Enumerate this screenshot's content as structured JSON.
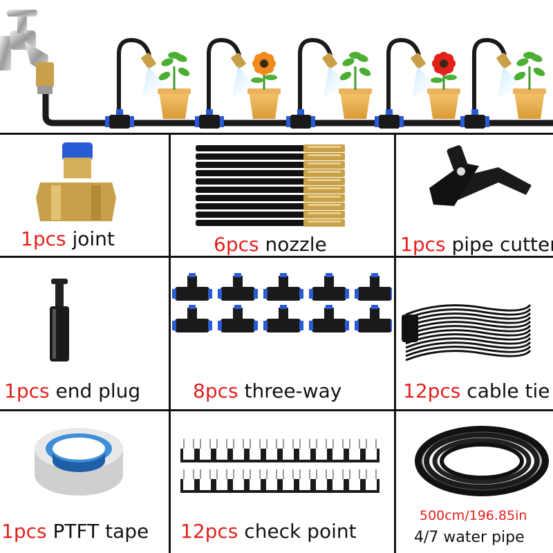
{
  "items": [
    {
      "qty": "1pcs",
      "name": "joint"
    },
    {
      "qty": "6pcs",
      "name": "nozzle"
    },
    {
      "qty": "1pcs",
      "name": "pipe cutter"
    },
    {
      "qty": "1pcs",
      "name": "end plug"
    },
    {
      "qty": "8pcs",
      "name": "three-way"
    },
    {
      "qty": "12pcs",
      "name": "cable tie"
    },
    {
      "qty": "1pcs",
      "name": "PTFT tape"
    },
    {
      "qty": "12pcs",
      "name": "check point"
    }
  ],
  "water_pipe": {
    "spec": "500cm/196.85in",
    "name": "4/7 water pipe"
  },
  "colors": {
    "accent_red": "#e3201b",
    "grid_line": "#111111",
    "brass": "#c9a04a",
    "tee_blue": "#2a5bd7"
  }
}
